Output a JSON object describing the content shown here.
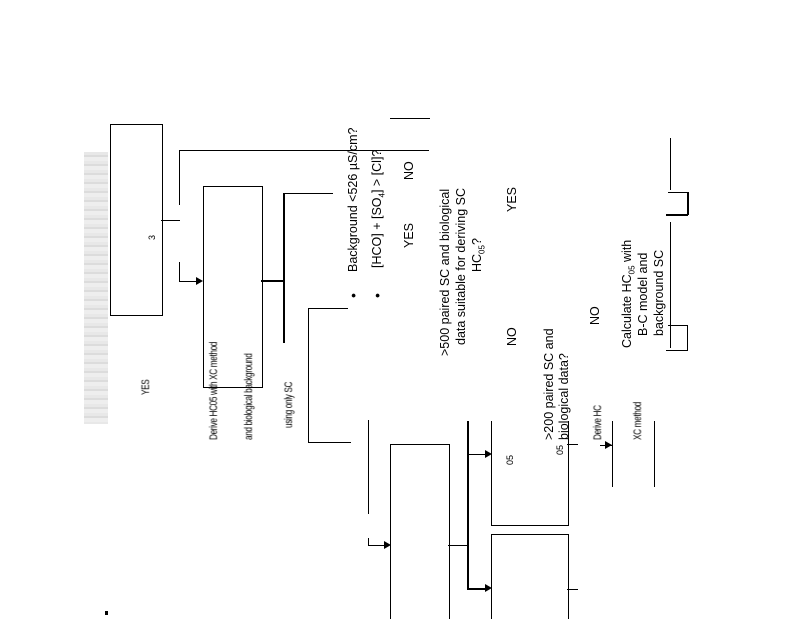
{
  "document": {
    "type": "scanned-flowchart-page",
    "orientation": "rotated-90"
  },
  "flowchart": {
    "top_box_label": "3",
    "side_label": "YES",
    "derive_text": {
      "line1": "Derive HC05 with XC method",
      "line2": "and biological background",
      "line3": "using only SC"
    },
    "criteria": {
      "bullet1": "Background <526 µS/cm?",
      "bullet2_prefix": "[HCO",
      "bullet2_mid": "] + [SO",
      "bullet2_sub": "4",
      "bullet2_suffix": "] > [Cl]?",
      "yes": "YES",
      "no": "NO"
    },
    "q500": {
      "line1": ">500 paired SC and biological",
      "line2": "data suitable for deriving SC",
      "line3_prefix": "HC",
      "line3_sub": "05",
      "line3_suffix": "?",
      "yes": "YES",
      "no": "NO"
    },
    "q200": {
      "line1": ">200 paired SC and",
      "line2": "biological data?",
      "no": "NO"
    },
    "calculate": {
      "line1_prefix": "Calculate HC",
      "line1_sub": "05",
      "line1_suffix": " with",
      "line2": "B-C model and",
      "line3": "background SC"
    },
    "blurred_labels": {
      "a": "Derive HC",
      "b": "XC method"
    },
    "small_labels": {
      "box_a": "05",
      "box_b": "05"
    }
  }
}
